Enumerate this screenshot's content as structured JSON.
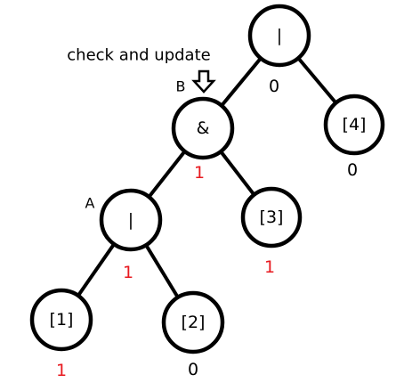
{
  "annotation": {
    "text": "check and update"
  },
  "colors": {
    "zero_value": "#000000",
    "one_value": "#e8191f"
  },
  "nodes": [
    {
      "id": "root-or",
      "label": "|",
      "value": "0",
      "marker": ""
    },
    {
      "id": "and-b",
      "label": "&",
      "value": "1",
      "marker": "B"
    },
    {
      "id": "leaf-4",
      "label": "[4]",
      "value": "0",
      "marker": ""
    },
    {
      "id": "or-a",
      "label": "|",
      "value": "1",
      "marker": "A"
    },
    {
      "id": "leaf-3",
      "label": "[3]",
      "value": "1",
      "marker": ""
    },
    {
      "id": "leaf-1",
      "label": "[1]",
      "value": "1",
      "marker": ""
    },
    {
      "id": "leaf-2",
      "label": "[2]",
      "value": "0",
      "marker": ""
    }
  ],
  "edges": [
    [
      "root-or",
      "and-b"
    ],
    [
      "root-or",
      "leaf-4"
    ],
    [
      "and-b",
      "or-a"
    ],
    [
      "and-b",
      "leaf-3"
    ],
    [
      "or-a",
      "leaf-1"
    ],
    [
      "or-a",
      "leaf-2"
    ]
  ]
}
